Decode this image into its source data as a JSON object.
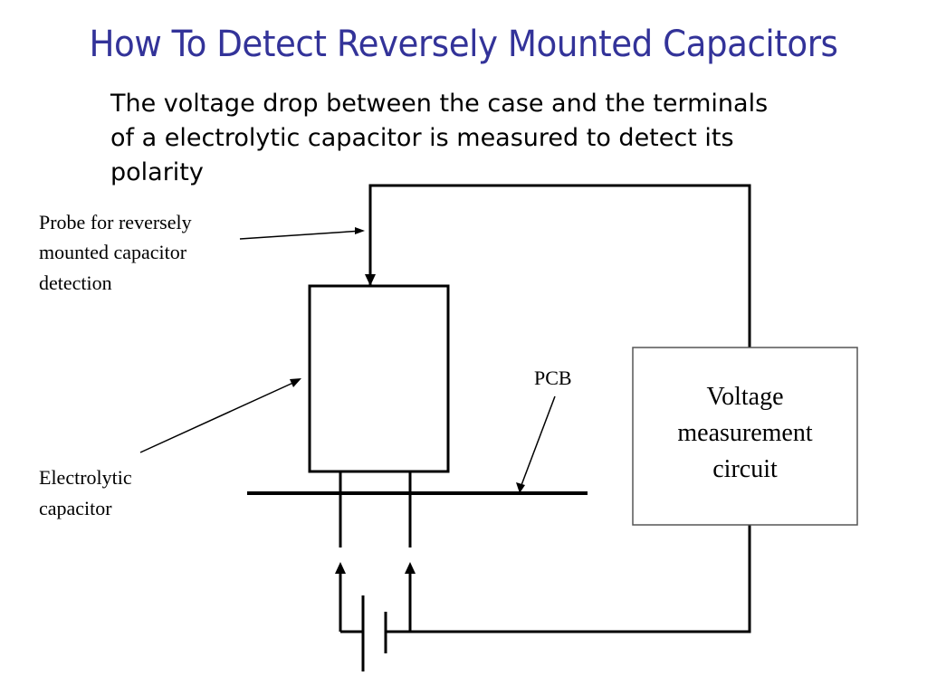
{
  "title": "How To Detect Reversely Mounted Capacitors",
  "subtitle": "The voltage drop between  the case and the terminals\nof a electrolytic capacitor is measured to detect its\npolarity",
  "labels": {
    "probe": [
      "Probe for reversely",
      "mounted capacitor",
      "detection"
    ],
    "capacitor": [
      "Electrolytic",
      "capacitor"
    ],
    "pcb": "PCB",
    "measurement_box": [
      "Voltage",
      "measurement",
      "circuit"
    ]
  }
}
